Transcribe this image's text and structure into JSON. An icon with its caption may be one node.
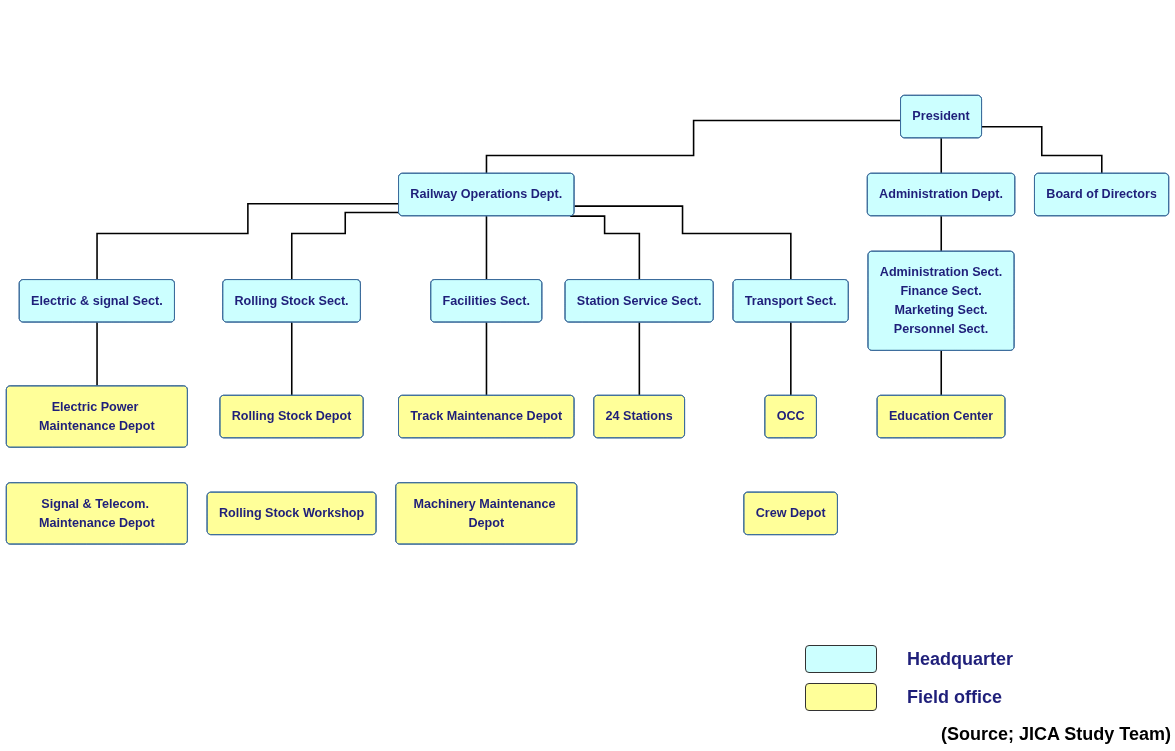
{
  "diagram": {
    "caption": "(Source; JICA Study Team)",
    "nodes": [
      {
        "text": [
          "President"
        ]
      },
      {
        "text": [
          "Board of Directors"
        ]
      },
      {
        "text": [
          "Railway Operations Dept."
        ]
      },
      {
        "text": [
          "Administration Dept."
        ]
      },
      {
        "text": [
          "Electric & signal Sect."
        ]
      },
      {
        "text": [
          "Rolling Stock Sect."
        ]
      },
      {
        "text": [
          "Facilities Sect."
        ]
      },
      {
        "text": [
          "Station Service Sect."
        ]
      },
      {
        "text": [
          "Transport Sect."
        ]
      },
      {
        "text": [
          "Administration Sect.",
          "Finance Sect.",
          "Marketing Sect.",
          "Personnel Sect."
        ]
      },
      {
        "text": [
          "Electric Power Maintenance Depot"
        ]
      },
      {
        "text": [
          "Rolling Stock Depot"
        ]
      },
      {
        "text": [
          "Track Maintenance Depot"
        ]
      },
      {
        "text": [
          "24 Stations"
        ]
      },
      {
        "text": [
          "OCC"
        ]
      },
      {
        "text": [
          "Education Center"
        ]
      },
      {
        "text": [
          "Signal & Telecom. Maintenance Depot"
        ]
      },
      {
        "text": [
          "Rolling Stock Workshop"
        ]
      },
      {
        "text": [
          "Machinery Maintenance Depot"
        ]
      },
      {
        "text": [
          "Crew Depot"
        ]
      }
    ],
    "edges": [
      {
        "from": 0,
        "to": 2,
        "arrow": "none"
      },
      {
        "from": 0,
        "to": 3,
        "arrow": "none"
      },
      {
        "from": 2,
        "to": 4,
        "arrow": "none"
      },
      {
        "from": 2,
        "to": 5,
        "arrow": "none"
      },
      {
        "from": 2,
        "to": 6,
        "arrow": "none"
      },
      {
        "from": 2,
        "to": 7,
        "arrow": "none"
      },
      {
        "from": 2,
        "to": 8,
        "arrow": "none"
      },
      {
        "from": 3,
        "to": 9,
        "arrow": "none"
      },
      {
        "from": 4,
        "to": 10,
        "arrow": "none"
      },
      {
        "from": 5,
        "to": 11,
        "arrow": "none"
      },
      {
        "from": 6,
        "to": 12,
        "arrow": "none"
      },
      {
        "from": 7,
        "to": 13,
        "arrow": "none"
      },
      {
        "from": 8,
        "to": 14,
        "arrow": "none"
      },
      {
        "from": 9,
        "to": 15,
        "arrow": "none"
      },
      {
        "from": 0,
        "to": 1,
        "arrow": "none"
      }
    ],
    "legend": [
      {
        "text": "Headquarter",
        "color": "#ccffff"
      },
      {
        "text": "Field office",
        "color": "#ffff99"
      }
    ]
  }
}
